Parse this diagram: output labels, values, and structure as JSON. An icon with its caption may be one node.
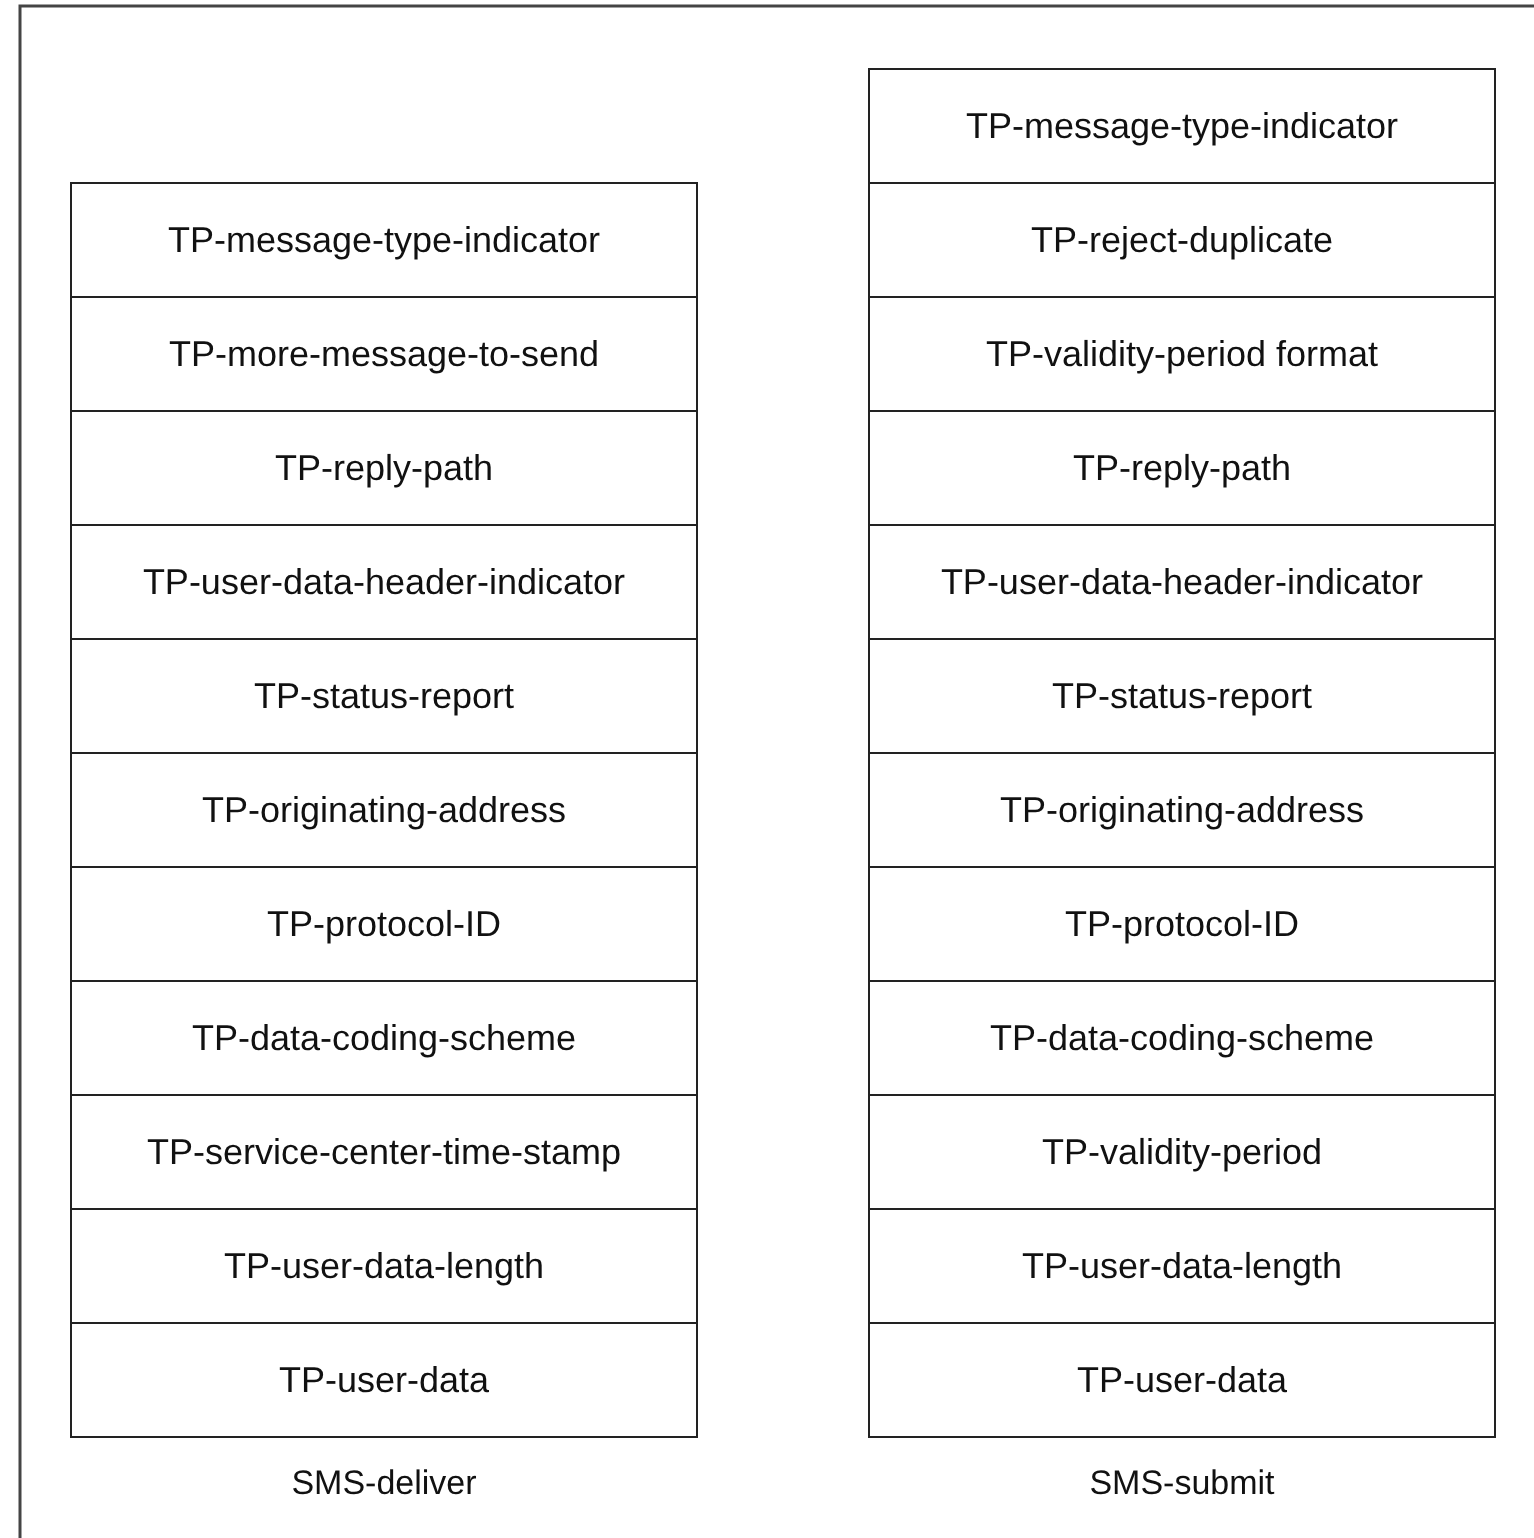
{
  "diagram": {
    "nodes": [
      {
        "text": [],
        "shape": "box",
        "beside": [
          "SMS-deliver"
        ]
      },
      {
        "text": [
          "TP-message-type-indicator"
        ],
        "in": 0
      },
      {
        "text": [
          "TP-more-message-to-send"
        ],
        "in": 0
      },
      {
        "text": [
          "TP-reply-path"
        ],
        "in": 0
      },
      {
        "text": [
          "TP-user-data-header-indicator"
        ],
        "in": 0
      },
      {
        "text": [
          "TP-status-report"
        ],
        "in": 0
      },
      {
        "text": [
          "TP-originating-address"
        ],
        "in": 0
      },
      {
        "text": [
          "TP-protocol-ID"
        ],
        "in": 0
      },
      {
        "text": [
          "TP-data-coding-scheme"
        ],
        "in": 0
      },
      {
        "text": [
          "TP-service-center-time-stamp"
        ],
        "in": 0
      },
      {
        "text": [
          "TP-user-data-length"
        ],
        "in": 0
      },
      {
        "text": [
          "TP-user-data"
        ],
        "in": 0
      },
      {
        "text": [],
        "shape": "box",
        "beside": [
          "SMS-submit"
        ]
      },
      {
        "text": [
          "TP-message-type-indicator"
        ],
        "in": 12
      },
      {
        "text": [
          "TP-reject-duplicate"
        ],
        "in": 12
      },
      {
        "text": [
          "TP-validity-period format"
        ],
        "in": 12
      },
      {
        "text": [
          "TP-reply-path"
        ],
        "in": 12
      },
      {
        "text": [
          "TP-user-data-header-indicator"
        ],
        "in": 12
      },
      {
        "text": [
          "TP-status-report"
        ],
        "in": 12
      },
      {
        "text": [
          "TP-originating-address"
        ],
        "in": 12
      },
      {
        "text": [
          "TP-protocol-ID"
        ],
        "in": 12
      },
      {
        "text": [
          "TP-data-coding-scheme"
        ],
        "in": 12
      },
      {
        "text": [
          "TP-validity-period"
        ],
        "in": 12
      },
      {
        "text": [
          "TP-user-data-length"
        ],
        "in": 12
      },
      {
        "text": [
          "TP-user-data"
        ],
        "in": 12
      }
    ]
  }
}
